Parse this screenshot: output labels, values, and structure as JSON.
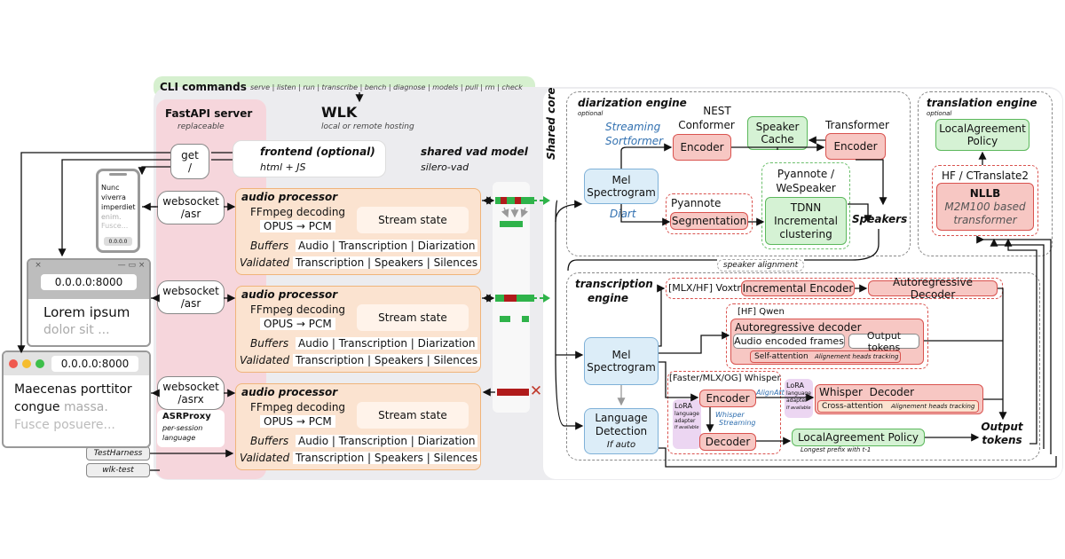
{
  "cli": {
    "title": "CLI commands",
    "commands": "serve | listen | run | transcribe | bench | diagnose | models | pull | rm | check"
  },
  "fastapi": {
    "title": "FastAPI server",
    "subtitle": "replaceable"
  },
  "wlk": {
    "title": "WLK",
    "subtitle": "local or remote hosting"
  },
  "frontend": {
    "title": "frontend (optional)",
    "subtitle": "html + JS"
  },
  "vad": {
    "title": "shared vad model",
    "subtitle": "silero-vad"
  },
  "get": {
    "line1": "get",
    "line2": "/"
  },
  "ws1": {
    "line1": "websocket",
    "line2": "/asr"
  },
  "ws2": {
    "line1": "websocket",
    "line2": "/asr"
  },
  "ws3": {
    "line1": "websocket",
    "line2": "/asrx"
  },
  "asrproxy": {
    "title": "ASRProxy",
    "l1": "per-session",
    "l2": "language"
  },
  "testharness": "TestHarness",
  "wlktest": "wlk-test",
  "processor": {
    "title": "audio processor",
    "ffmpeg": "FFmpeg decoding",
    "opus": "OPUS → PCM",
    "state": "Stream state",
    "buffers_label": "Buffers",
    "buffers_value": "Audio | Transcription | Diarization",
    "validated_label": "Validated",
    "validated_value": "Transcription | Speakers | Silences"
  },
  "phone": {
    "l1": "Nunc",
    "l2": "viverra",
    "l3": "imperdiet",
    "l4": "enim.",
    "l5": "Fusce...",
    "addr": "0.0.0.0"
  },
  "win1": {
    "addr": "0.0.0.0:8000",
    "l1": "Lorem ipsum",
    "l2": "dolor sit ..."
  },
  "win2": {
    "addr": "0.0.0.0:8000",
    "l1a": "Maecenas porttitor",
    "l2a": "congue ",
    "l2b": "massa.",
    "l3": "Fusce posuere..."
  },
  "shared_core": "Shared core",
  "diar": {
    "title": "diarization engine",
    "subtitle": "optional",
    "streaming": "Streaming",
    "sortformer": "Sortformer",
    "nest1": "NEST",
    "nest2": "Conformer",
    "encoder1": "Encoder",
    "speaker_cache1": "Speaker",
    "speaker_cache2": "Cache",
    "transformer": "Transformer",
    "encoder2": "Encoder",
    "mel1": "Mel",
    "mel2": "Spectrogram",
    "diart": "Diart",
    "pyannote": "Pyannote",
    "segmentation": "Segmentation",
    "pw1": "Pyannote /",
    "pw2": "WeSpeaker",
    "tdnn1": "TDNN",
    "tdnn2": "Incremental",
    "tdnn3": "clustering",
    "speakers": "Speakers"
  },
  "trans": {
    "title": "translation engine",
    "subtitle": "optional",
    "la1": "LocalAgreement",
    "la2": "Policy",
    "hf": "HF / CTranslate2",
    "nllb": "NLLB",
    "m2m1": "M2M100 based",
    "m2m2": "transformer"
  },
  "speaker_alignment": "speaker alignment",
  "tx": {
    "title1": "transcription",
    "title2": "engine",
    "voxtral": "[MLX/HF] Voxtral",
    "inc_enc": "Incremental Encoder",
    "auto_dec": "Autoregressive Decoder",
    "qwen": "[HF] Qwen",
    "ar_decoder": "Autoregressive decoder",
    "audio_frames": "Audio encoded frames",
    "output_tokens_box": "Output tokens",
    "self_att": "Self-attention",
    "align_heads": "Alignement heads tracking",
    "mel1": "Mel",
    "mel2": "Spectrogram",
    "whisper": "[Faster/MLX/OG] Whisper",
    "encoder": "Encoder",
    "alignatt": "AlignAtt",
    "whisper_streaming1": "Whisper",
    "whisper_streaming2": "Streaming",
    "decoder": "Decoder",
    "lora1": "LoRA",
    "lora2": "language",
    "lora3": "adapter",
    "lora4": "If available",
    "whisper_decoder": "Whisper  Decoder",
    "cross_att": "Cross-attention",
    "align_heads2": "Alignement heads tracking",
    "lang1": "Language",
    "lang2": "Detection",
    "lang3": "If auto",
    "la_policy": "LocalAgreement Policy",
    "longest": "Longest prefix with t-1",
    "output1": "Output",
    "output2": "tokens"
  }
}
